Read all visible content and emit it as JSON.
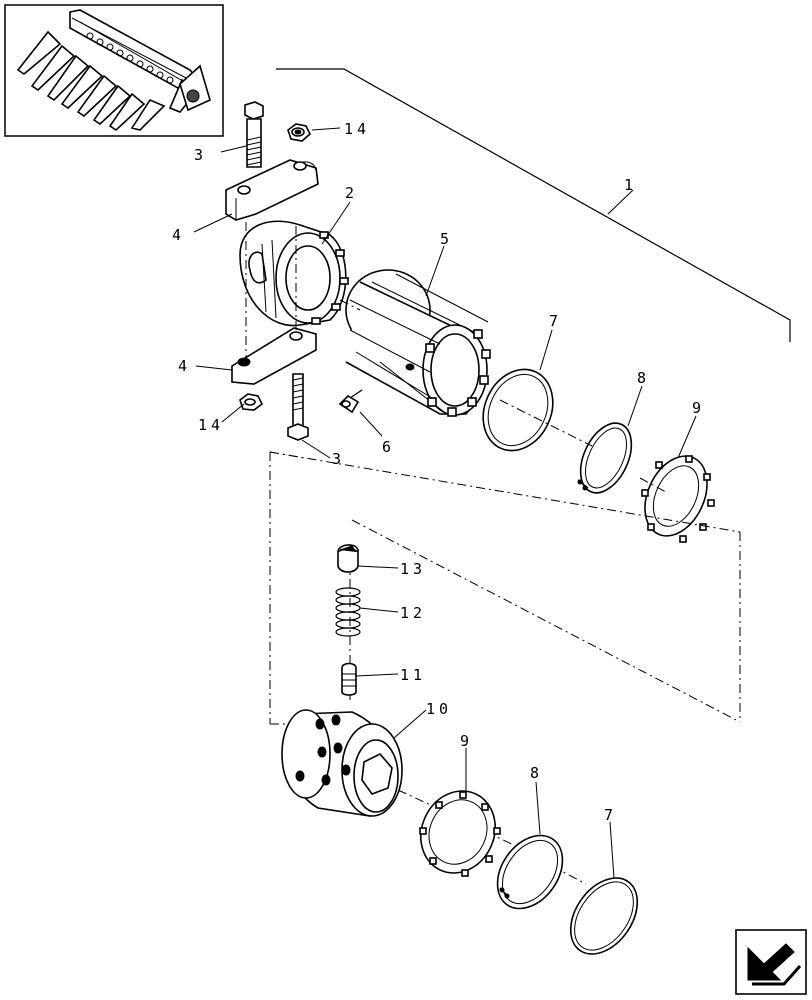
{
  "diagram": {
    "callouts": {
      "c1": "1",
      "c2": "2",
      "c3a": "3",
      "c3b": "3",
      "c4a": "4",
      "c4b": "4",
      "c5": "5",
      "c6": "6",
      "c7a": "7",
      "c7b": "7",
      "c8a": "8",
      "c8b": "8",
      "c9a": "9",
      "c9b": "9",
      "c10": "10",
      "c11": "11",
      "c12": "12",
      "c13": "13",
      "c14a": "14",
      "c14b": "14"
    }
  }
}
